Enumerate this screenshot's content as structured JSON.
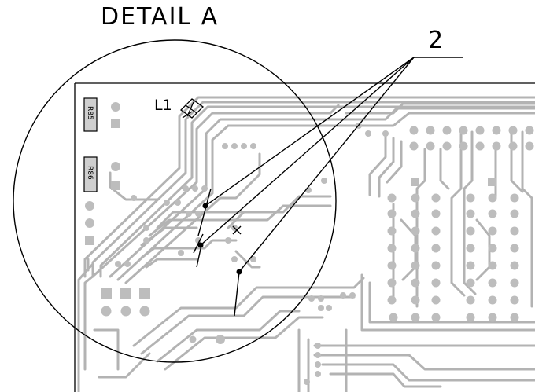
{
  "title": "DETAIL A",
  "callout": {
    "number": "2"
  },
  "component_labels": {
    "l1": "L1",
    "r85": "R85",
    "r86": "R86"
  },
  "colors": {
    "ink": "#000000",
    "trace": "#b3b3b3",
    "pad": "#bdbdbd",
    "background": "#ffffff"
  }
}
